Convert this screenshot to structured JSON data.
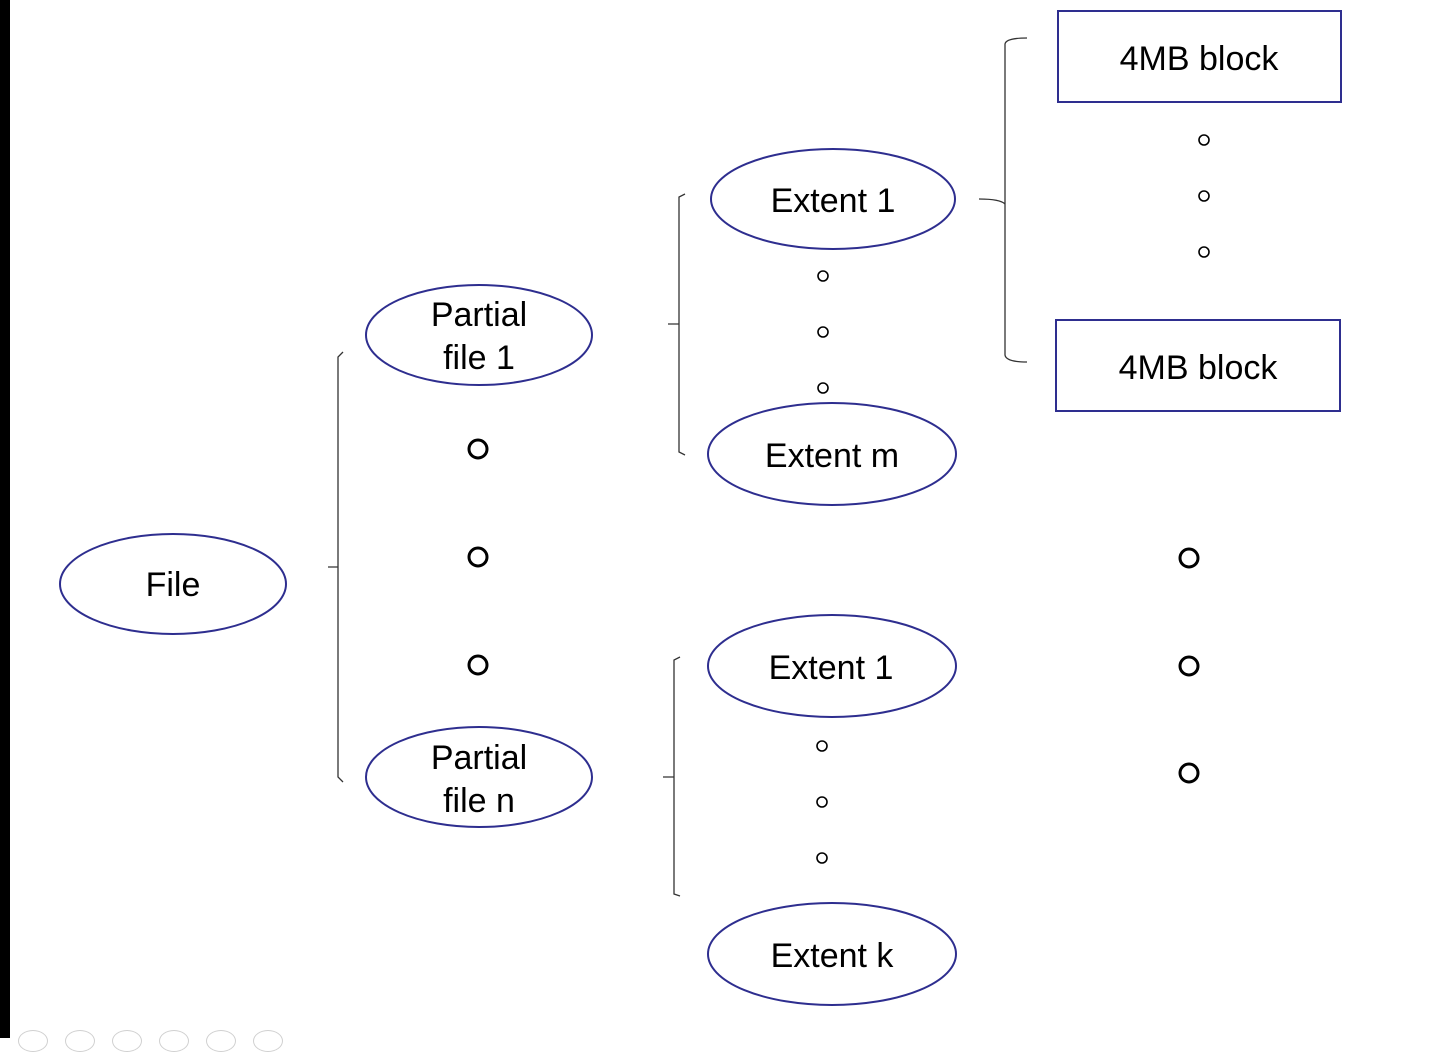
{
  "diagram": {
    "root": {
      "label": "File"
    },
    "partial_files": [
      {
        "label_line1": "Partial",
        "label_line2": "file 1"
      },
      {
        "label_line1": "Partial",
        "label_line2": "file n"
      }
    ],
    "extents_group_1": [
      {
        "label": "Extent 1"
      },
      {
        "label": "Extent m"
      }
    ],
    "extents_group_n": [
      {
        "label": "Extent 1"
      },
      {
        "label": "Extent k"
      }
    ],
    "blocks": [
      {
        "label": "4MB block"
      },
      {
        "label": "4MB block"
      }
    ]
  },
  "colors": {
    "shape_stroke": "#2e2e8f",
    "connector": "#333333",
    "text": "#000000",
    "page_left_edge": "#000000"
  }
}
